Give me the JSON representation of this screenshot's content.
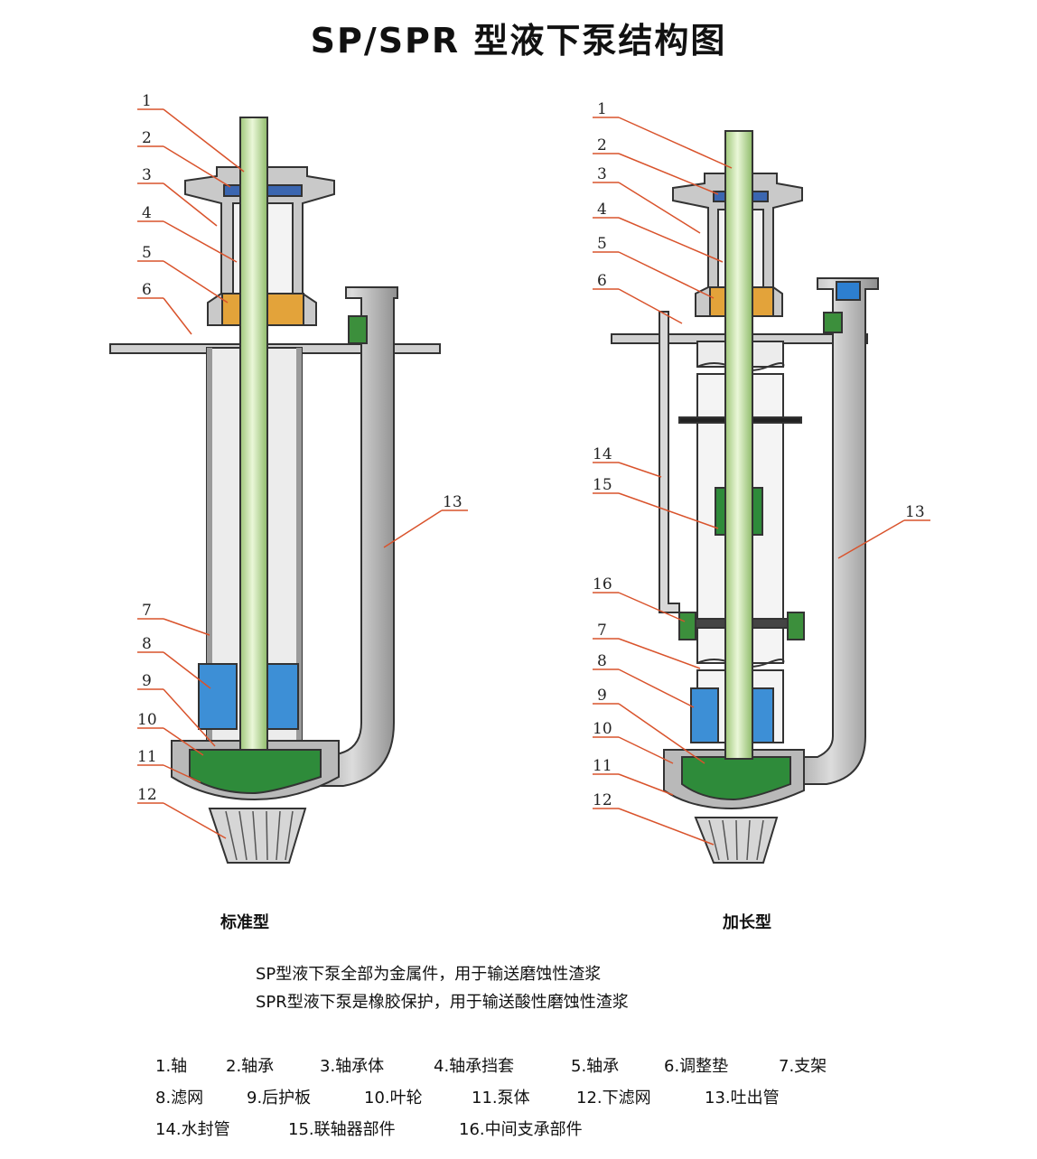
{
  "title": "SP/SPR 型液下泵结构图",
  "captions": {
    "standard": "标准型",
    "extended": "加长型"
  },
  "descriptions": [
    "SP型液下泵全部为金属件，用于输送磨蚀性渣浆",
    "SPR型液下泵是橡胶保护，用于输送酸性磨蚀性渣浆"
  ],
  "left_callouts": [
    "1",
    "2",
    "3",
    "4",
    "5",
    "6",
    "7",
    "8",
    "9",
    "10",
    "11",
    "12",
    "13"
  ],
  "right_callouts": [
    "1",
    "2",
    "3",
    "4",
    "5",
    "6",
    "14",
    "15",
    "16",
    "7",
    "8",
    "9",
    "10",
    "11",
    "12",
    "13"
  ],
  "legend": [
    "1.轴",
    "2.轴承",
    "3.轴承体",
    "4.轴承挡套",
    "5.轴承",
    "6.调整垫",
    "7.支架",
    "8.滤网",
    "9.后护板",
    "10.叶轮",
    "11.泵体",
    "12.下滤网",
    "13.吐出管",
    "14.水封管",
    "15.联轴器部件",
    "16.中间支承部件"
  ],
  "colors": {
    "shaft": "#c9e5a8",
    "casing": "#c8c8c8",
    "impeller": "#2e8b3a",
    "bearing": "#e3a33a",
    "screen": "#3d8fd6",
    "leader": "#d9532c"
  }
}
